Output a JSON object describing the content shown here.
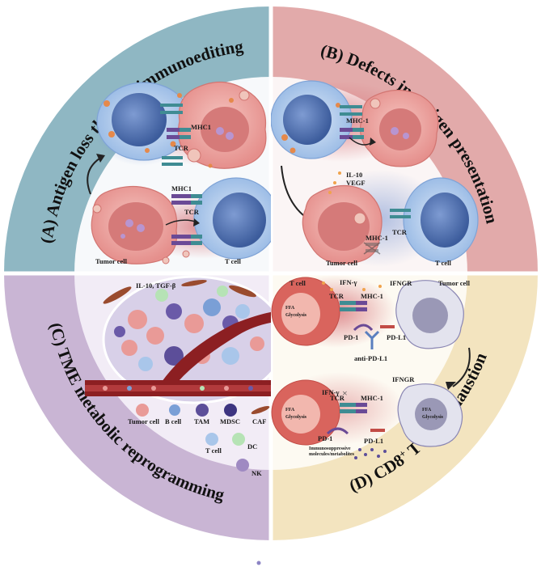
{
  "colors": {
    "q_a": "#8fb7c3",
    "q_b": "#e2aaaa",
    "q_c": "#c9b5d4",
    "q_d": "#f3e4bf",
    "tumor": "#e99a97",
    "tcell": "#a9c6ea",
    "tcell_core": "#4e72b1",
    "vessel": "#8c1f22"
  },
  "quadrants": {
    "a": {
      "title": "(A) Antigen loss through immunoediting",
      "labels": {
        "mhc1_top": "MHC1",
        "tcr_top": "TCR",
        "mhc1_bottom": "MHC1",
        "tcr_bottom": "TCR",
        "tumor_cell": "Tumor cell",
        "t_cell": "T cell"
      }
    },
    "b": {
      "title": "(B) Defects in antigen presentation",
      "labels": {
        "mhc1_top": "MHC-1",
        "il10": "IL-10",
        "vegf": "VEGF",
        "tcr": "TCR",
        "mhc1_ghost": "MHC-1",
        "tumor_cell": "Tumor cell",
        "t_cell": "T cell"
      }
    },
    "c": {
      "title": "(C) TME metabolic reprogramming",
      "labels": {
        "cytokines": "IL-10, TGF-β"
      },
      "legend": [
        "Tumor cell",
        "B cell",
        "TAM",
        "MDSC",
        "CAF",
        "T cell",
        "DC",
        "NK"
      ]
    },
    "d": {
      "title_main": "(D) CD8",
      "title_sup": "+",
      "title_rest": " T cell Exhaustion",
      "labels": {
        "t_cell": "T cell",
        "ifn_top": "IFN-γ",
        "ifngr_top": "IFNGR",
        "tumor_cell": "Tumor cell",
        "ffa_top": "FFA",
        "glycolysis_top": "Glycolysis",
        "tcr_top": "TCR",
        "mhc1_top": "MHC-1",
        "pd1_top": "PD-1",
        "pdl1_top": "PD-L1",
        "anti_pdl1": "anti-PD-L1",
        "ifngr_bottom": "IFNGR",
        "ifn_bottom": "IFN-γ",
        "ffa_bottom": "FFA",
        "glycolysis_bottom": "Glycolysis",
        "tcr_bottom": "TCR",
        "mhc1_bottom": "MHC-1",
        "ffa_right": "FFA",
        "glycolysis_right": "Glycolysis",
        "pd1_bottom": "PD-1",
        "pdl1_bottom": "PD-L1",
        "immunosuppressive": "Immunosuppressive",
        "molecules": "molecules/metabolites"
      }
    }
  }
}
